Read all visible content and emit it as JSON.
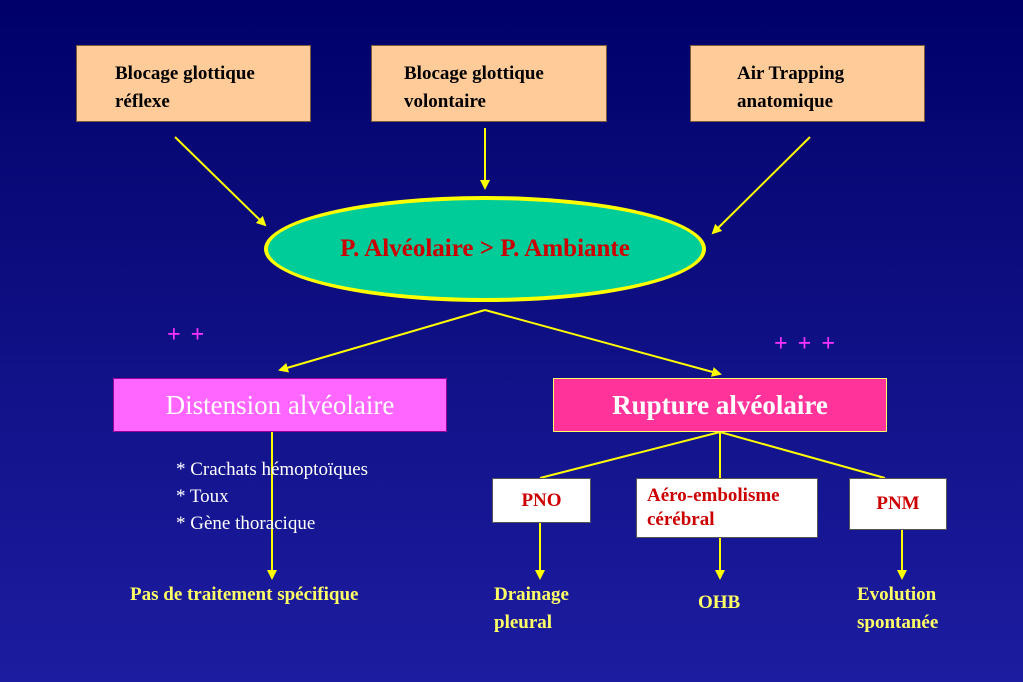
{
  "sources": [
    {
      "line1": "Blocage glottique",
      "line2": "réflexe"
    },
    {
      "line1": "Blocage glottique",
      "line2": "volontaire"
    },
    {
      "line1": "Air Trapping",
      "line2": "anatomique"
    }
  ],
  "center": "P. Alvéolaire > P. Ambiante",
  "left_branch": {
    "intensity": "+ +",
    "title": "Distension alvéolaire",
    "symptoms": [
      "* Crachats hémoptoïques",
      "* Toux",
      "* Gène thoracique"
    ],
    "outcome": "Pas de traitement spécifique"
  },
  "right_branch": {
    "intensity": "+ + +",
    "title": "Rupture alvéolaire",
    "children": [
      {
        "label": "PNO",
        "outcome_line1": "Drainage",
        "outcome_line2": "pleural"
      },
      {
        "label_line1": "Aéro-embolisme",
        "label_line2": "cérébral",
        "outcome": "OHB"
      },
      {
        "label": "PNM",
        "outcome_line1": "Evolution",
        "outcome_line2": "spontanée"
      }
    ]
  },
  "colors": {
    "arrow": "#ffff00",
    "source_fill": "#ffcc99",
    "ellipse_fill": "#00cc99",
    "center_text": "#cc0000",
    "distension_fill": "#ff66ff",
    "rupture_fill": "#ff3399",
    "plus": "#ff33ff"
  }
}
